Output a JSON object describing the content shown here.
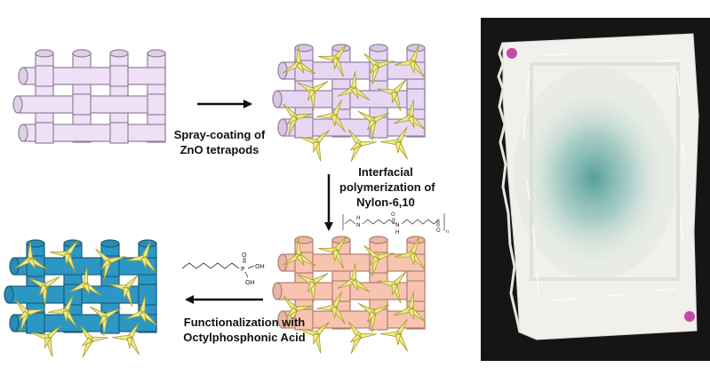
{
  "labels": {
    "spray_line1": "Spray-coating of",
    "spray_line2": "ZnO tetrapods",
    "poly_line1": "Interfacial",
    "poly_line2": "polymerization of",
    "poly_line3": "Nylon-6,10",
    "func_line1": "Functionalization with",
    "func_line2": "Octylphosphonic Acid"
  },
  "structure": {
    "nylon_atoms": {
      "n1": "N",
      "h1": "H",
      "n2": "N",
      "h2": "H",
      "o1": "O",
      "o2": "O",
      "n_sub": "n"
    },
    "phosphonic_atoms": {
      "p": "P",
      "o": "O",
      "oh1": "OH",
      "oh2": "OH"
    }
  },
  "colors": {
    "fabric_plain": "#efe0f7",
    "fabric_coated": "#e8d7f4",
    "fabric_nylon": "#f8c4b1",
    "fabric_functionalized": "#2c97c4",
    "tetrapod": "#f0ea8a",
    "photo_background": "#151515",
    "photo_cloth": "#f1f0ec",
    "stain_green": "#4f9a96",
    "corner_pink": "#c64aa4"
  }
}
